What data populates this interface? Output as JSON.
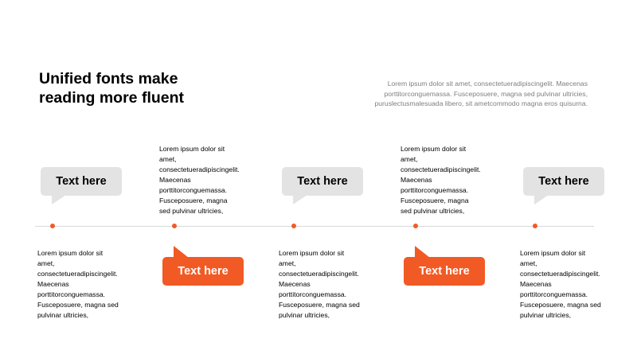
{
  "title": "Unified fonts make\nreading more fluent",
  "intro": "Lorem ipsum dolor sit amet, consectetueradipiscingelit.  Maecenas\nporttitorconguemassa. Fusceposuere, magna sed pulvinar ultricies,\npuruslectusmalesuada  libero, sit ametcommodo magna eros quisurna.",
  "accent_color": "#f15a24",
  "neutral_color": "#e3e3e3",
  "steps": [
    {
      "label": "Text here",
      "style": "gray",
      "description": "Lorem ipsum dolor sit\namet,\nconsectetueradipiscingelit.\nMaecenas\nporttitorconguemassa.\nFusceposuere, magna sed\npulvinar  ultricies,"
    },
    {
      "label": "Text here",
      "style": "orange",
      "description": "Lorem ipsum dolor sit\namet,\nconsectetueradipiscingelit.\nMaecenas\nporttitorconguemassa.\nFusceposuere,  magna\nsed pulvinar  ultricies,"
    },
    {
      "label": "Text here",
      "style": "gray",
      "description": "Lorem ipsum dolor sit\namet,\nconsectetueradipiscingelit.\nMaecenas\nporttitorconguemassa.\nFusceposuere, magna sed\npulvinar  ultricies,"
    },
    {
      "label": "Text here",
      "style": "orange",
      "description": "Lorem ipsum dolor sit\namet,\nconsectetueradipiscingelit.\nMaecenas\nporttitorconguemassa.\nFusceposuere,  magna\nsed pulvinar  ultricies,"
    },
    {
      "label": "Text here",
      "style": "gray",
      "description": "Lorem ipsum dolor sit\namet,\nconsectetueradipiscingelit.\nMaecenas\nporttitorconguemassa.\nFusceposuere, magna sed\npulvinar  ultricies,"
    }
  ]
}
